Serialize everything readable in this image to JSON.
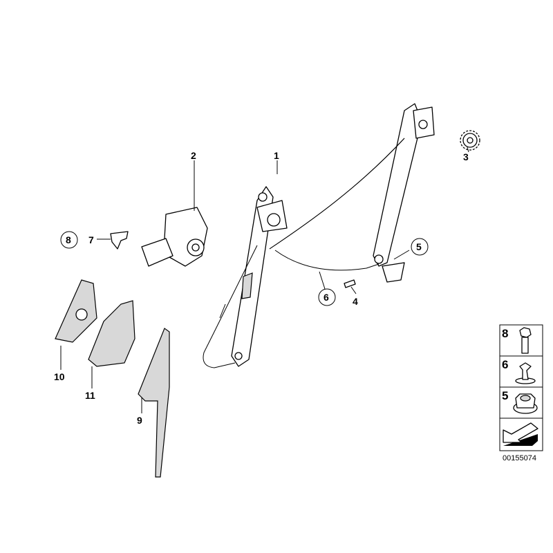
{
  "callouts": {
    "p1": "1",
    "p2": "2",
    "p3": "3",
    "p4": "4",
    "p5": "5",
    "p6": "6",
    "p7": "7",
    "p8": "8",
    "p9": "9",
    "p10": "10",
    "p11": "11"
  },
  "legend": {
    "rows": [
      {
        "number": "8",
        "icon": "hex-bolt-icon"
      },
      {
        "number": "6",
        "icon": "cable-clip-icon"
      },
      {
        "number": "5",
        "icon": "flange-nut-icon"
      }
    ],
    "last_icon": "arrow-left-down-icon"
  },
  "diagram_code": "00155074"
}
